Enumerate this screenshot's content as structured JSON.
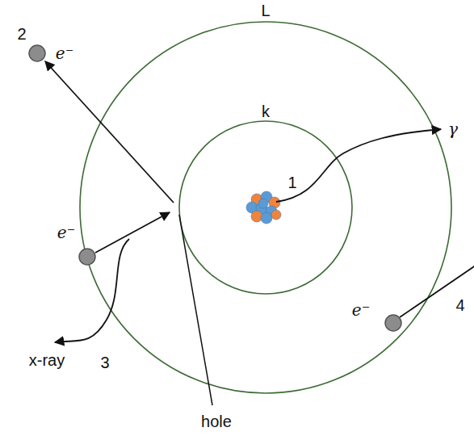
{
  "diagram": {
    "nodes": [
      {
        "text": [
          "L"
        ]
      },
      {
        "text": [
          "k"
        ],
        "in": 0
      }
    ],
    "labels": [
      "1",
      "γ",
      "2",
      "e⁻",
      "e⁻",
      "3",
      "x-ray",
      "e⁻",
      "4",
      "hole"
    ]
  }
}
